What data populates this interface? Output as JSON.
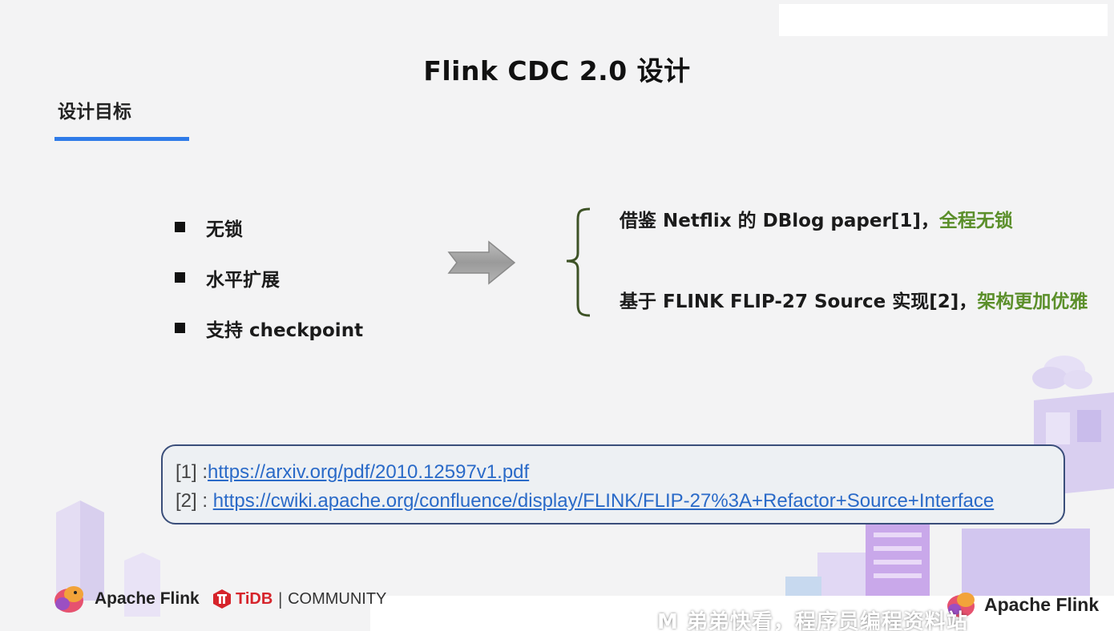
{
  "slide": {
    "title": "Flink CDC 2.0 设计",
    "section_heading": "设计目标",
    "bullets": [
      "无锁",
      "水平扩展",
      "支持 checkpoint"
    ],
    "right_items": [
      {
        "text": "借鉴 Netflix 的 DBlog  paper[1]，",
        "highlight": "全程无锁"
      },
      {
        "text": "基于 FLINK FLIP-27 Source 实现[2]，",
        "highlight": "架构更加优雅"
      }
    ],
    "references": [
      {
        "prefix": "[1] :",
        "url": "https://arxiv.org/pdf/2010.12597v1.pdf"
      },
      {
        "prefix": "[2] : ",
        "url": "https://cwiki.apache.org/confluence/display/FLINK/FLIP-27%3A+Refactor+Source+Interface"
      }
    ]
  },
  "footer": {
    "flink_logo_text": "Apache Flink",
    "tidb_text": "TiDB",
    "separator": "|",
    "community_text": "COMMUNITY",
    "flink_logo_text_right": "Apache Flink",
    "watermark": "M 弟弟快看，程序员编程资料站"
  },
  "colors": {
    "accent_blue": "#2f7be8",
    "highlight_green": "#5b8f2a",
    "link_blue": "#2a6ac8",
    "tidb_red": "#d6242b"
  },
  "icons": [
    "bullet-square-icon",
    "right-arrow-icon",
    "left-brace-icon",
    "flink-squirrel-icon",
    "tidb-logo-icon",
    "cloud-icon"
  ]
}
